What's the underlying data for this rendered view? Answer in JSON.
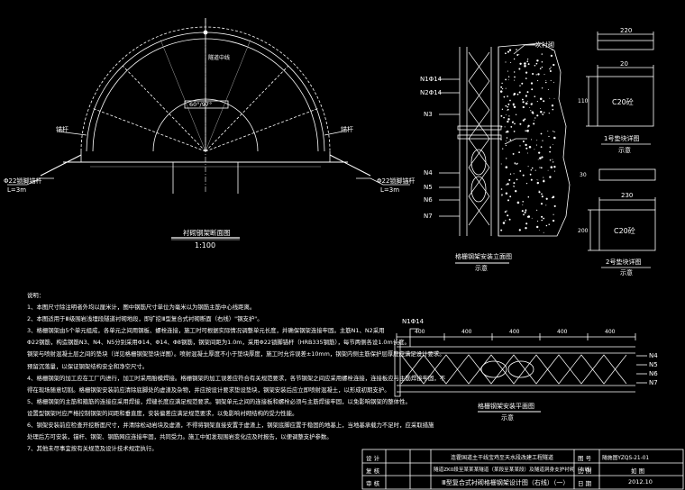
{
  "arch_section": {
    "title": "衬砌钢架断面图",
    "scale": "1:100",
    "left_label": "Φ22锁脚锚杆",
    "left_len": "L=3m",
    "right_label": "Φ22锁脚锚杆",
    "right_len": "L=3m",
    "rock_bolt_label": "锚杆",
    "center_label": "隧道中线",
    "center_angle": "60°/97°"
  },
  "joint_detail": {
    "title": "格栅钢架安装立面图",
    "caption": "示意",
    "labels": [
      "N1Φ14",
      "N2Φ14",
      "N3",
      "N4",
      "N5",
      "N6",
      "N7"
    ],
    "callout": "一次衬砌"
  },
  "block1": {
    "dims_top": [
      "220",
      "20"
    ],
    "side_dim": "110",
    "label": "C20砼",
    "title": "1号垫块详图",
    "caption": "示意"
  },
  "block2": {
    "dims_top": [
      "230"
    ],
    "side_dims": [
      "30",
      "200"
    ],
    "label": "C20砼",
    "title": "2号垫块详图",
    "caption": "示意"
  },
  "plan_view": {
    "title": "格栅钢架安装平面图",
    "caption": "示意",
    "dims": [
      "400",
      "400",
      "400",
      "400",
      "400"
    ],
    "labels": [
      "N1Φ14",
      "N4",
      "N5",
      "N6",
      "N7"
    ]
  },
  "notes": {
    "heading": "说明：",
    "lines": [
      "1、本图尺寸除注明者外均以厘米计，图中钢筋尺寸单位为毫米以为钢筋主筋中心线距离。",
      "2、本图适用于Ⅲ级围岩浅埋段隧道衬砌地段，即扩挖Ⅲ型复合式衬砌断面（右线）\"钢支护\"。",
      "3、格栅钢架由5个单元组成，各单元之间用钢板、螺栓连接，施工时可根据实际情况调整单元长度，并确保钢架连接牢固。主筋N1、N2采用",
      "Φ22钢筋，构造钢筋N3、N4、N5分别采用Φ14、Φ14、Φ8钢筋，钢架间距为1.0m，采用Φ22锁脚锚杆（HRB335钢筋），每节两侧各设1.0m长度。",
      "钢架与喷射混凝土层之间的垫块（详见格栅钢架垫块详图）。喷射混凝土厚度不小于垫块厚度，施工时允许误差±10mm，钢架内侧主筋保护层厚度应满足设计要求。",
      "预留沉落量，以保证钢架结构安全和净空尺寸。",
      "4、格栅钢架的加工应在工厂内进行，加工时采用胎模焊接。格栅钢架的加工误差应符合有关规范要求，各节钢架之间应采用螺栓连接，连接板应与主筋焊接牢固，不",
      "得在现场随意切割。格栅钢架安装前应清除底脚处的虚渣及杂物，并应按设计要求垫设垫块，钢架安装后应立即喷射混凝土，以形成初期支护。",
      "5、格栅钢架的主筋和箍筋的连接应采用焊接，焊缝长度应满足规范要求。钢架单元之间的连接板和螺栓必须与主筋焊接牢固，以免影响钢架的整体性。",
      "设置型钢架时应严格控制钢架的间距和垂直度，安装偏差应满足规范要求，以免影响衬砌结构的受力性能。",
      "6、钢架安装前应检查开挖断面尺寸，并清除松动岩块及虚渣，不得将钢架直接安置于虚渣上，钢架底脚应置于稳固的地基上，当地基承载力不足时，应采取措施",
      "处理后方可安装，锚杆、钢架、钢筋网应连接牢固，共同受力。施工中如发现围岩变化应及时报告，以便调整支护参数。",
      "7、其他未尽事宜按有关规范及设计技术规定执行。"
    ]
  },
  "title_block": {
    "design_label": "设 计",
    "review_label": "复 核",
    "approve_label": "审 核",
    "project": "连霍国道主干线宝鸡至天水段改建工程隧道",
    "line2": "隧道ZK0段至某某某隧道（某段至某某段）及隧道洞身支护衬砌（右线）",
    "drawing_title": "Ⅲ型复合式衬砌格栅钢架设计图（右线）（一）",
    "fig_no_label": "图 号",
    "fig_no": "隧施图YZQS-21-01",
    "scale_label": "比 例",
    "scale_value": "如 图",
    "date_label": "日 期",
    "date": "2012.10"
  }
}
